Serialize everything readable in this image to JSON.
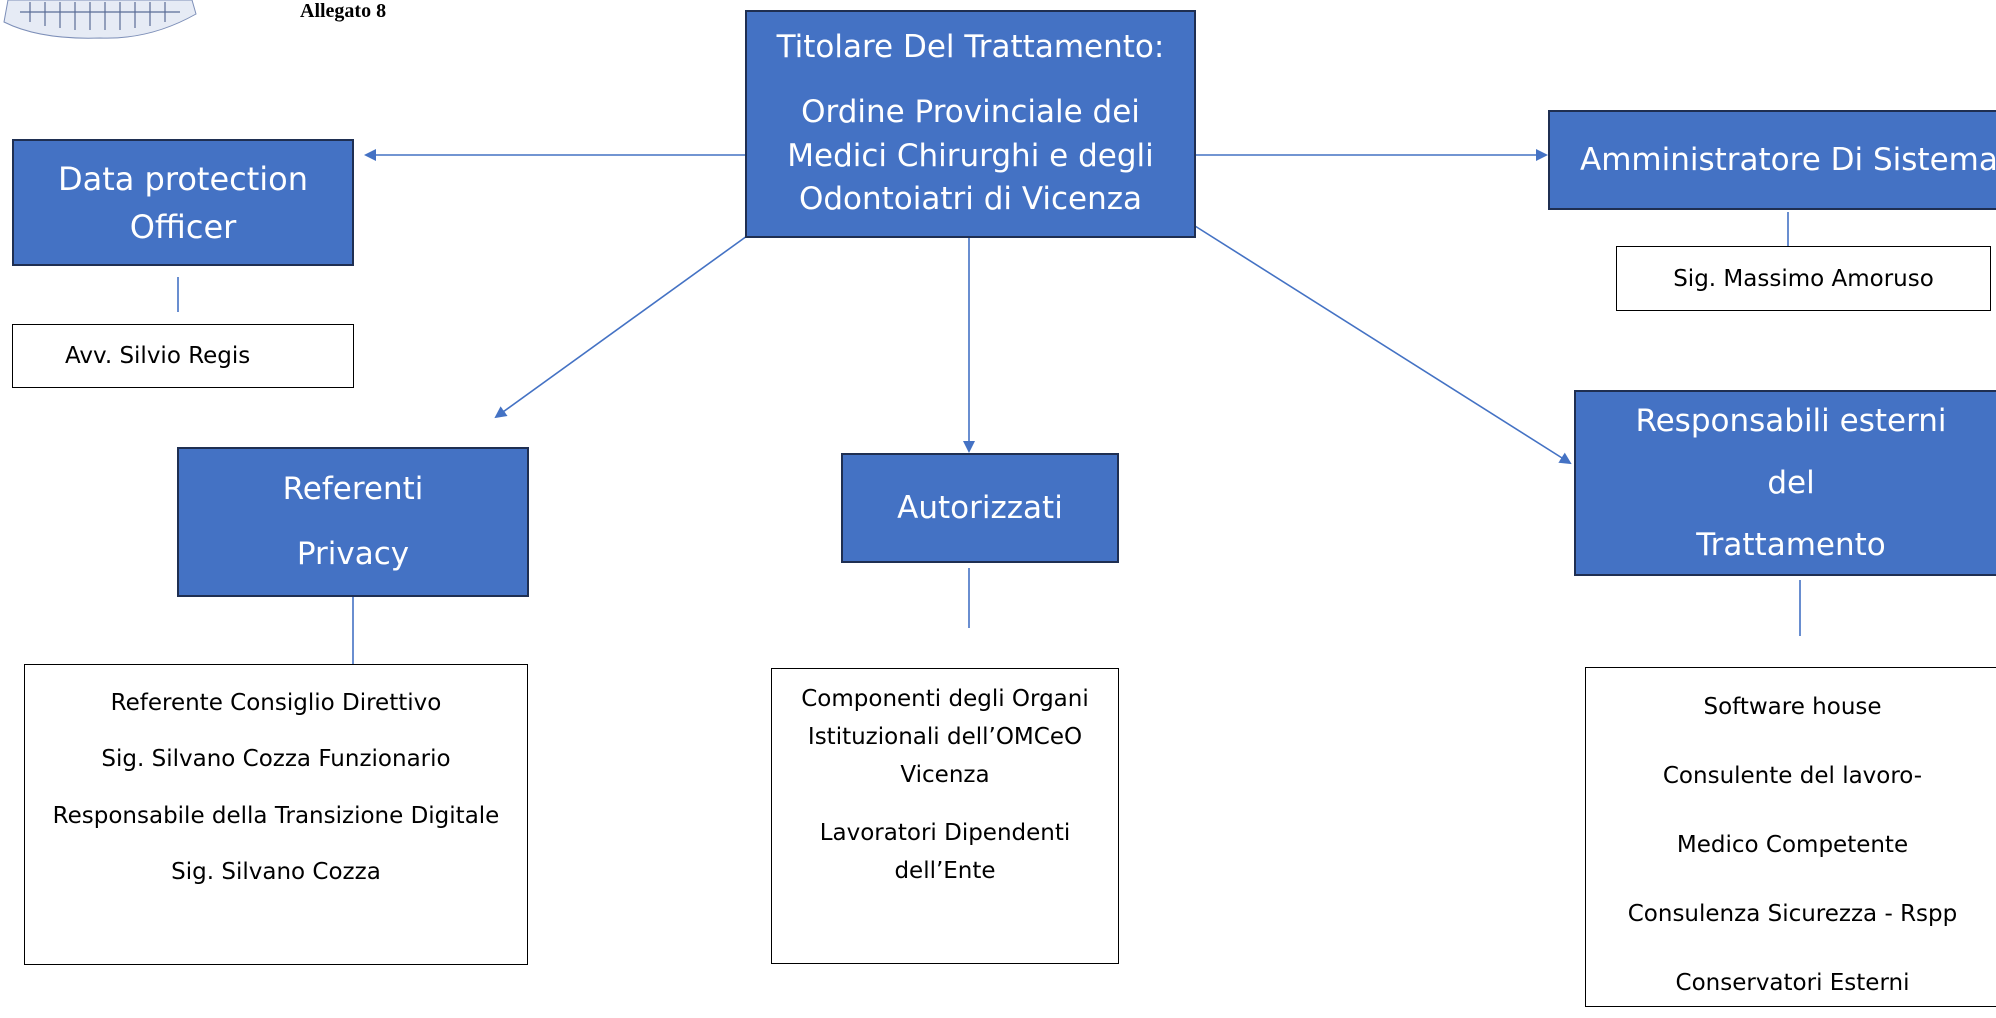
{
  "header": {
    "allegato": "Allegato 8"
  },
  "titolare": {
    "line1": "Titolare Del Trattamento:",
    "line2": "Ordine Provinciale dei",
    "line3": "Medici Chirurghi e degli",
    "line4": "Odontoiatri di Vicenza"
  },
  "dpo": {
    "line1": "Data protection",
    "line2": "Officer",
    "person": "Avv. Silvio Regis"
  },
  "amministratore": {
    "title": "Amministratore Di Sistema",
    "person": "Sig. Massimo Amoruso"
  },
  "referenti": {
    "line1": "Referenti",
    "line2": "Privacy",
    "items": [
      "Referente Consiglio Direttivo",
      "Sig. Silvano Cozza Funzionario",
      "Responsabile della Transizione Digitale",
      "Sig. Silvano Cozza"
    ]
  },
  "autorizzati": {
    "title": "Autorizzati",
    "para1": [
      "Componenti degli Organi",
      "Istituzionali dell’OMCeO",
      "Vicenza"
    ],
    "para2": [
      "Lavoratori Dipendenti",
      "dell’Ente"
    ]
  },
  "responsabili": {
    "line1": "Responsabili esterni",
    "line2": "del",
    "line3": "Trattamento",
    "items": [
      "Software house",
      "Consulente del lavoro-",
      "Medico Competente",
      "Consulenza Sicurezza  - Rspp",
      "Conservatori Esterni"
    ]
  },
  "colors": {
    "box_fill": "#4472c4",
    "connector": "#4472c4"
  }
}
